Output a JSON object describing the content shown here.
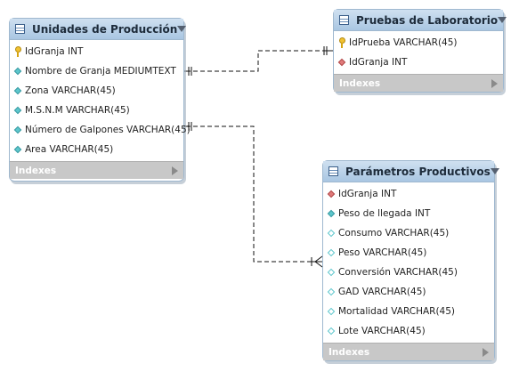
{
  "tables": {
    "unidades": {
      "name": "Unidades de Producción",
      "columns": [
        {
          "label": "IdGranja INT",
          "icon": "key"
        },
        {
          "label": "Nombre de Granja MEDIUMTEXT",
          "icon": "diamond-filled"
        },
        {
          "label": "Zona VARCHAR(45)",
          "icon": "diamond-filled"
        },
        {
          "label": "M.S.N.M VARCHAR(45)",
          "icon": "diamond-filled"
        },
        {
          "label": "Número de Galpones VARCHAR(45)",
          "icon": "diamond-filled"
        },
        {
          "label": "Area VARCHAR(45)",
          "icon": "diamond-filled"
        }
      ],
      "indexes_label": "Indexes"
    },
    "pruebas": {
      "name": "Pruebas de Laboratorio",
      "columns": [
        {
          "label": "IdPrueba VARCHAR(45)",
          "icon": "key"
        },
        {
          "label": "IdGranja INT",
          "icon": "diamond-red"
        }
      ],
      "indexes_label": "Indexes"
    },
    "parametros": {
      "name": "Parámetros Productivos",
      "columns": [
        {
          "label": "IdGranja INT",
          "icon": "diamond-red"
        },
        {
          "label": "Peso de llegada INT",
          "icon": "diamond-filled"
        },
        {
          "label": "Consumo VARCHAR(45)",
          "icon": "diamond-empty"
        },
        {
          "label": "Peso VARCHAR(45)",
          "icon": "diamond-empty"
        },
        {
          "label": "Conversión VARCHAR(45)",
          "icon": "diamond-empty"
        },
        {
          "label": "GAD VARCHAR(45)",
          "icon": "diamond-empty"
        },
        {
          "label": "Mortalidad VARCHAR(45)",
          "icon": "diamond-empty"
        },
        {
          "label": "Lote VARCHAR(45)",
          "icon": "diamond-empty"
        }
      ],
      "indexes_label": "Indexes"
    }
  },
  "relationships": [
    {
      "from": "Unidades de Producción",
      "to": "Pruebas de Laboratorio",
      "cardinality": "one-to-many"
    },
    {
      "from": "Unidades de Producción",
      "to": "Parámetros Productivos",
      "cardinality": "one-to-many"
    }
  ],
  "colors": {
    "header": "#a9c6e2",
    "key": "#f1c232",
    "diamond": "#5cc6cc",
    "foreign_key": "#e07a7a",
    "footer": "#c8c8c8"
  }
}
